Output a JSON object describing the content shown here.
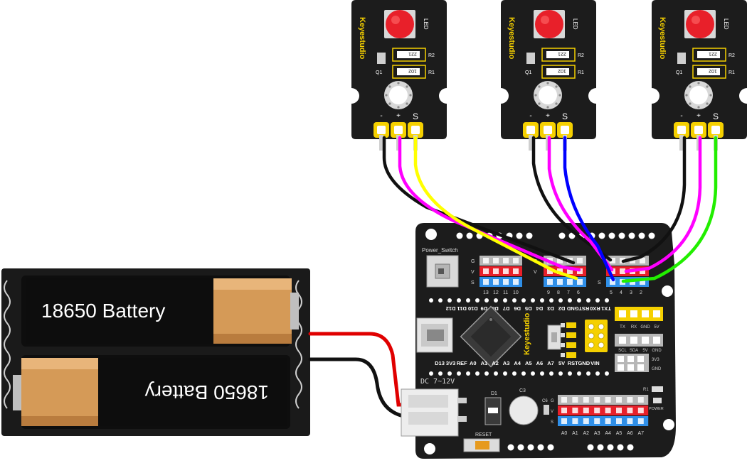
{
  "modules": [
    {
      "brand": "Keyestudio",
      "led_label": "LED",
      "r2_label": "R2",
      "r1_label": "R1",
      "r2_value": "221",
      "r1_value": "102",
      "q1_label": "Q1",
      "pin_minus": "-",
      "pin_plus": "+",
      "pin_s": "S"
    },
    {
      "brand": "Keyestudio",
      "led_label": "LED",
      "r2_label": "R2",
      "r1_label": "R1",
      "r2_value": "221",
      "r1_value": "102",
      "q1_label": "Q1",
      "pin_minus": "-",
      "pin_plus": "+",
      "pin_s": "S"
    },
    {
      "brand": "Keyestudio",
      "led_label": "LED",
      "r2_label": "R2",
      "r1_label": "R1",
      "r2_value": "221",
      "r1_value": "102",
      "q1_label": "Q1",
      "pin_minus": "-",
      "pin_plus": "+",
      "pin_s": "S"
    }
  ],
  "battery": {
    "cell1_label": "18650  Battery",
    "cell2_label": "18650  Battery"
  },
  "board": {
    "brand": "Keyestudio",
    "power_switch": "Power_Switch",
    "dc_label": "DC 7~12V",
    "reset_label": "RESET",
    "power_label": "POWER",
    "d1_label": "D1",
    "c3_label": "C3",
    "c6_label": "C6",
    "r1_label": "R1",
    "gvs": [
      "G",
      "V",
      "S"
    ],
    "digital_left_nums": [
      "13",
      "12",
      "11",
      "10"
    ],
    "digital_mid_nums": [
      "9",
      "8",
      "7",
      "6"
    ],
    "digital_right_nums": [
      "5",
      "4",
      "3",
      "2"
    ],
    "top_pins": [
      "TX1",
      "RX0",
      "RST",
      "GND",
      "D2",
      "D3",
      "D4",
      "D5",
      "D6",
      "D7",
      "D8",
      "D9",
      "D10",
      "D11",
      "D12"
    ],
    "bottom_pins": [
      "D13",
      "3V3",
      "REF",
      "A0",
      "A1",
      "A2",
      "A3",
      "A4",
      "A5",
      "A6",
      "A7",
      "5V",
      "RST",
      "GND",
      "VIN"
    ],
    "uart_pins": [
      "TX",
      "RX",
      "GND",
      "5V"
    ],
    "i2c_pins": [
      "SCL",
      "SDA",
      "5V",
      "GND"
    ],
    "side_labels": [
      "3V3",
      "GND"
    ],
    "analog_nums": [
      "A0",
      "A1",
      "A2",
      "A3",
      "A4",
      "A5",
      "A6",
      "A7"
    ]
  },
  "colors": {
    "board_black": "#1c1c1c",
    "pcb_gold": "#f5d000",
    "led_red": "#e8202a",
    "header_red": "#e8202a",
    "header_blue": "#2f8fe8",
    "header_gray": "#b7b7b7",
    "wire_black": "#111111",
    "wire_magenta": "#ff00ff",
    "wire_yellow": "#ffff00",
    "wire_blue": "#0000ff",
    "wire_green": "#22ee00",
    "wire_red": "#e00000",
    "battery_copper": "#d59a57"
  },
  "icons": [
    "battery-holder-icon",
    "led-module-icon",
    "mini-usb-icon",
    "chip-icon",
    "dc-connector-icon"
  ]
}
